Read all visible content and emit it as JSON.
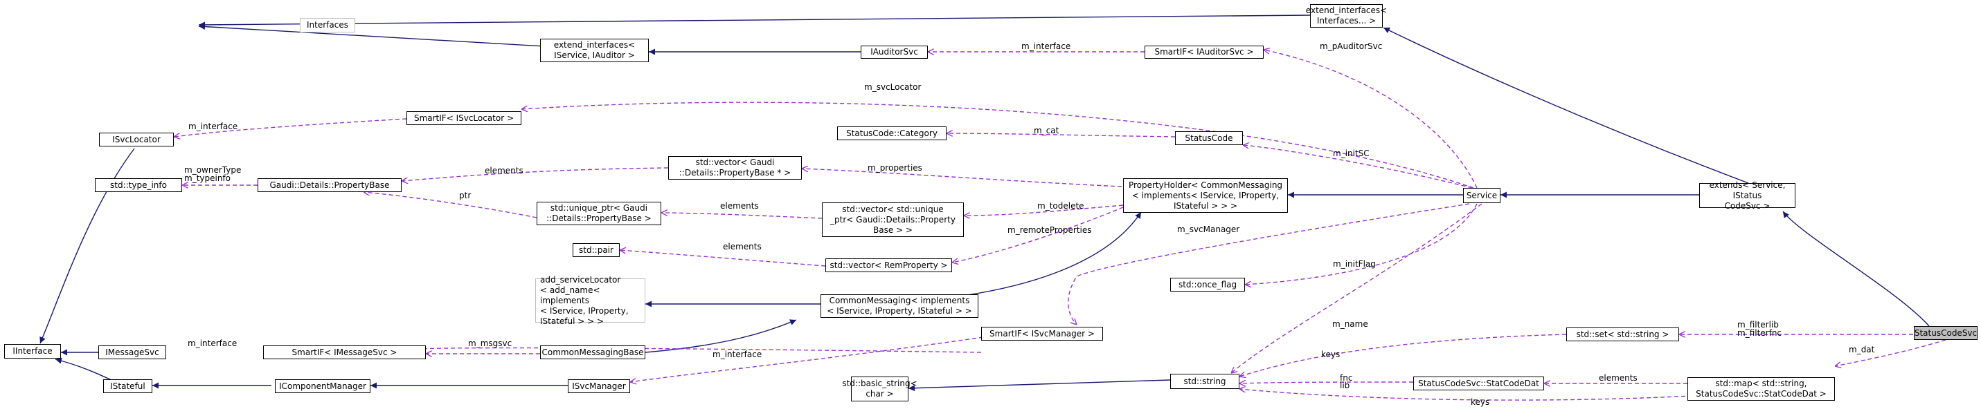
{
  "nodes": {
    "interfaces": "Interfaces",
    "extend_interfaces_var": "extend_interfaces<\nInterfaces... >",
    "extend_interfaces_iservice_iauditor": "extend_interfaces<\nIService, IAuditor >",
    "iauditorsvc": "IAuditorSvc",
    "smartif_iauditorsvc": "SmartIF< IAuditorSvc >",
    "isvclocator": "ISvcLocator",
    "smartif_isvclocator": "SmartIF< ISvcLocator >",
    "statuscode_category": "StatusCode::Category",
    "statuscode": "StatusCode",
    "std_type_info": "std::type_info",
    "gaudi_propertybase": "Gaudi::Details::PropertyBase",
    "vector_propertybase_ptr": "std::vector< Gaudi\n::Details::PropertyBase * >",
    "unique_ptr_propertybase": "std::unique_ptr< Gaudi\n::Details::PropertyBase >",
    "vector_unique_ptr": "std::vector< std::unique\n_ptr< Gaudi::Details::Property\nBase > >",
    "propertyholder": "PropertyHolder< CommonMessaging\n< implements< IService, IProperty,\nIStateful > > >",
    "service": "Service",
    "extends_service": "extends< Service, IStatus\nCodeSvc >",
    "std_pair": "std::pair",
    "vector_remproperty": "std::vector< RemProperty >",
    "std_once_flag": "std::once_flag",
    "add_servicelocator": "add_serviceLocator\n< add_name< implements\n< IService, IProperty,\nIStateful > > >",
    "commonmessaging": "CommonMessaging< implements\n< IService, IProperty, IStateful > >",
    "smartif_isvcmanager": "SmartIF< ISvcManager >",
    "iinterface": "IInterface",
    "imessagesvc": "IMessageSvc",
    "smartif_imessagesvc": "SmartIF< IMessageSvc >",
    "commonmessagingbase": "CommonMessagingBase",
    "istateful": "IStateful",
    "icomponentmanager": "IComponentManager",
    "isvcmanager": "ISvcManager",
    "std_basic_string": "std::basic_string<\nchar >",
    "std_string": "std::string",
    "statcodedat": "StatusCodeSvc::StatCodeDat",
    "std_set_string": "std::set< std::string >",
    "std_map": "std::map< std::string,\nStatusCodeSvc::StatCodeDat >",
    "statuscodesvc": "StatusCodeSvc"
  },
  "edge_labels": {
    "m_interface_auditor": "m_interface",
    "m_pauditorsvc": "m_pAuditorSvc",
    "m_svclocator": "m_svcLocator",
    "m_interface_locator": "m_interface",
    "m_cat": "m_cat",
    "m_initsc": "m_initSC",
    "m_ownertype": "m_ownerType",
    "m_typeinfo": "m_typeinfo",
    "elements_propertybase": "elements",
    "m_properties": "m_properties",
    "ptr": "ptr",
    "elements_unique": "elements",
    "m_todelete": "m_todelete",
    "m_remoteproperties": "m_remoteProperties",
    "elements_pair": "elements",
    "m_svcmanager": "m_svcManager",
    "m_initflag": "m_initFlag",
    "m_interface_msgsvc": "m_interface",
    "m_msgsvc": "m_msgsvc",
    "m_interface_svcmgr": "m_interface",
    "m_name": "m_name",
    "keys_set": "keys",
    "fnc": "fnc",
    "lib": "lib",
    "elements_statcode": "elements",
    "keys_map": "keys",
    "m_filterlib": "m_filterlib",
    "m_filterfnc": "m_filterfnc",
    "m_dat": "m_dat"
  },
  "colors": {
    "inheritance": "#191970",
    "usage": "#9a32cd",
    "highlight_fill": "#bfbfbf",
    "grey_border": "#bfbfbf"
  }
}
